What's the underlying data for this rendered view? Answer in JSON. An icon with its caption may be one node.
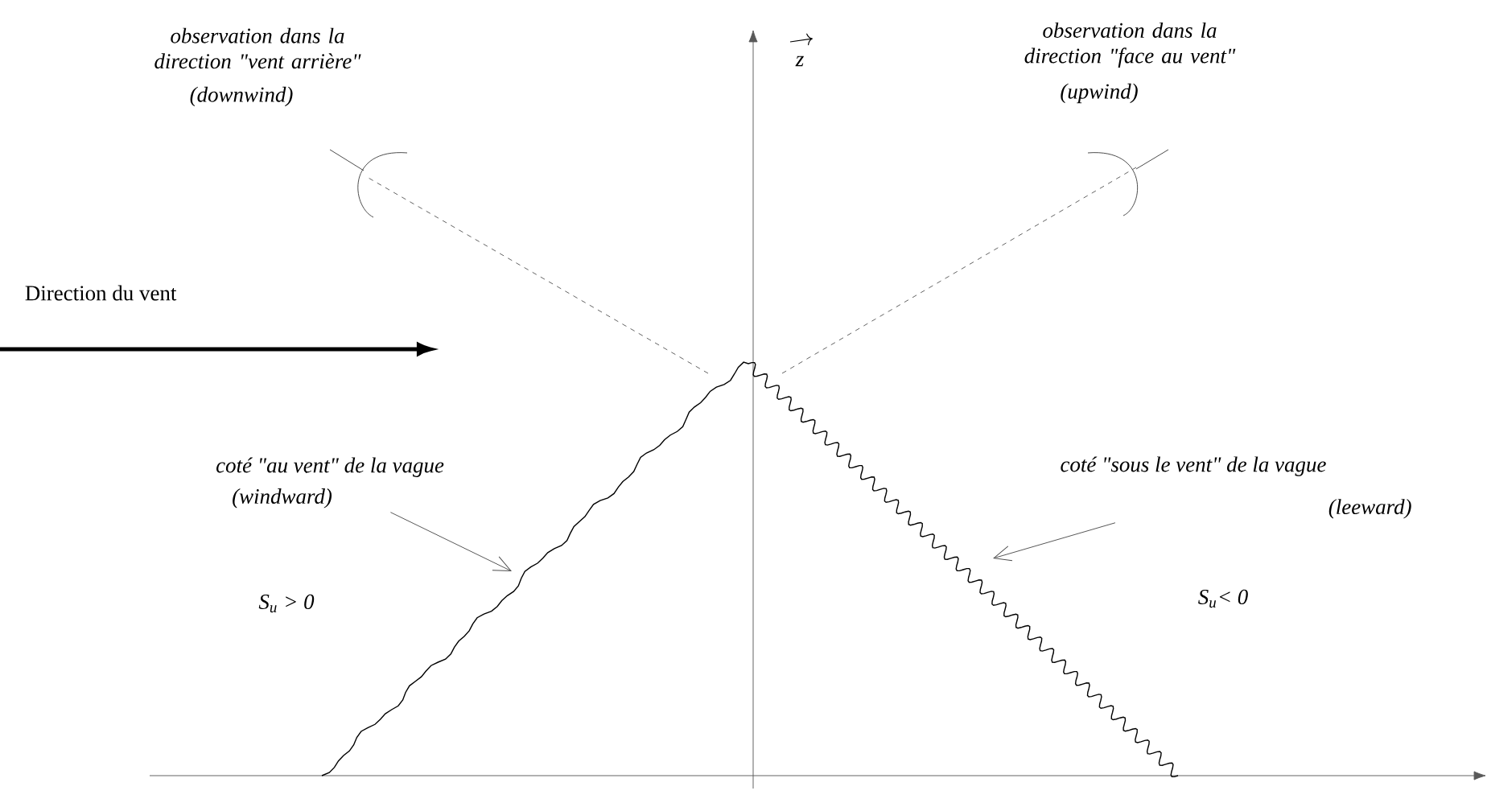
{
  "diagram": {
    "nodes": [
      {
        "text": [
          "coté \"au vent\" de la vague",
          "(windward)"
        ]
      },
      {
        "text": [
          "coté \"sous le vent\" de la vague",
          "(leeward)"
        ]
      }
    ],
    "edges": [
      {
        "from": 0,
        "to": null,
        "arrow": "to"
      },
      {
        "from": 1,
        "to": null,
        "arrow": "to"
      }
    ],
    "labels": [
      "observation dans la direction \"vent arrière\"",
      "(downwind)",
      "observation dans la direction \"face au vent\"",
      "(upwind)",
      "Direction du vent",
      "z",
      "S$_{u}$ > 0",
      "S$_{u}$< 0"
    ]
  }
}
